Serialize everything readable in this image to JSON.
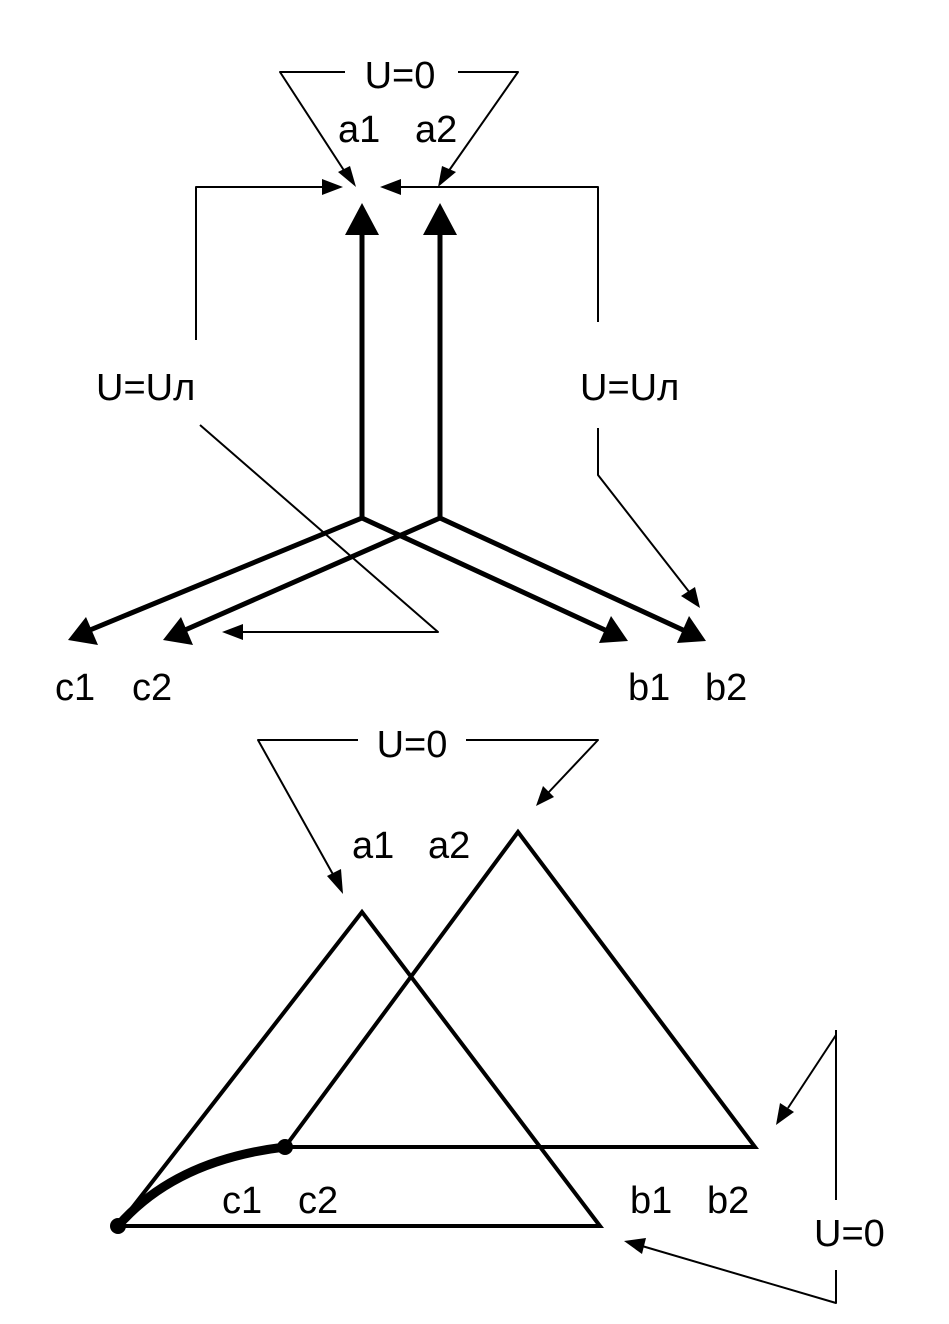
{
  "star": {
    "top_label": "U=0",
    "top_nodes": [
      "a1",
      "a2"
    ],
    "left_label": "U=Uл",
    "right_label": "U=Uл",
    "bottom_left_nodes": [
      "c1",
      "c2"
    ],
    "bottom_right_nodes": [
      "b1",
      "b2"
    ]
  },
  "delta": {
    "top_label": "U=0",
    "top_nodes": [
      "a1",
      "a2"
    ],
    "bottom_left_nodes": [
      "c1",
      "c2"
    ],
    "bottom_right_nodes": [
      "b1",
      "b2"
    ],
    "right_label": "U=0"
  },
  "colors": {
    "ink": "#000000",
    "background": "#ffffff"
  }
}
